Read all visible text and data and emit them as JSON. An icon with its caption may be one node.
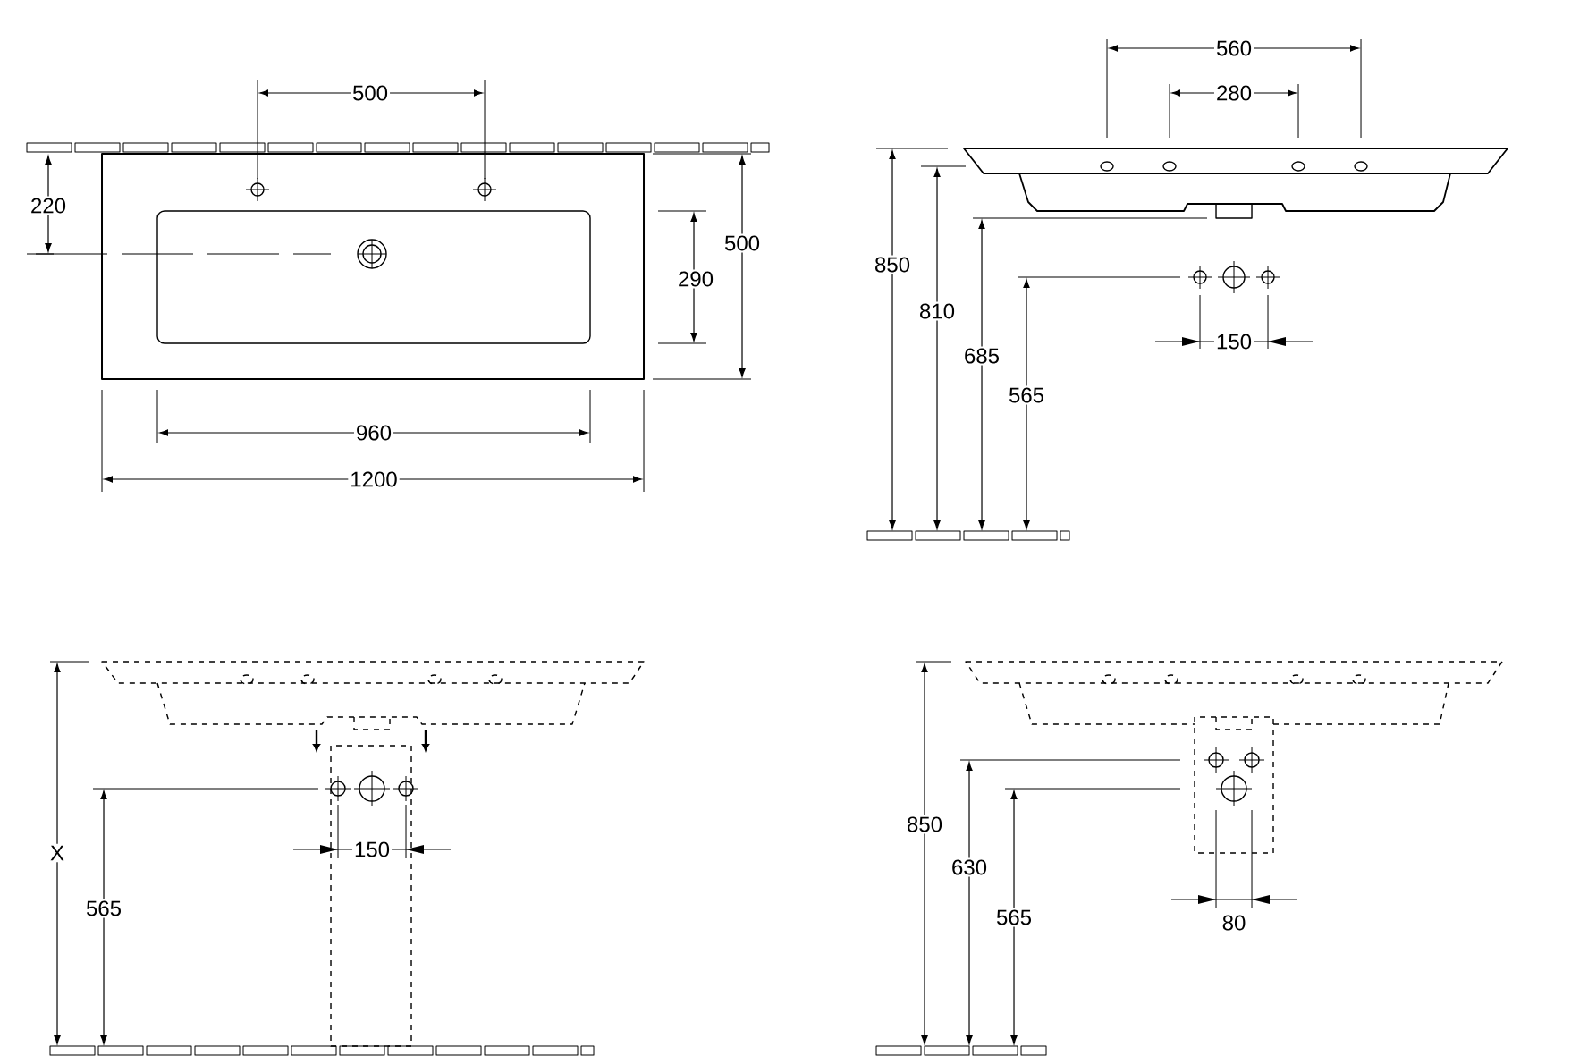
{
  "diagram": {
    "labels": [
      "500",
      "220",
      "500",
      "290",
      "960",
      "1200",
      "560",
      "280",
      "850",
      "810",
      "685",
      "565",
      "150",
      "X",
      "565",
      "150",
      "850",
      "630",
      "565",
      "80"
    ]
  }
}
